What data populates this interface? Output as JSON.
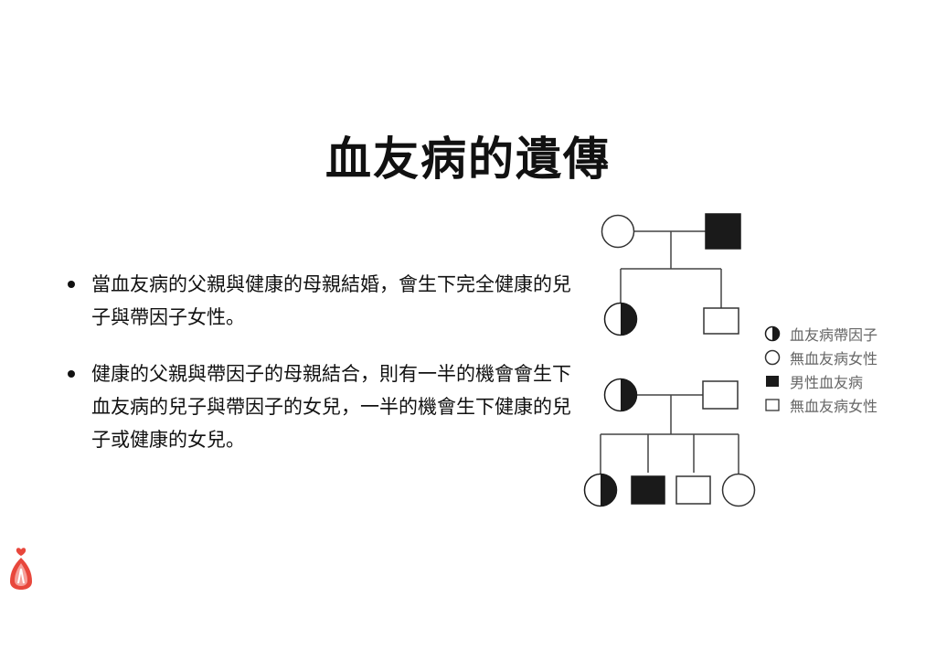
{
  "slide": {
    "title": "血友病的遺傳",
    "bullets": [
      "當血友病的父親與健康的母親結婚，會生下完全健康的兒子與帶因子女性。",
      "健康的父親與帶因子的母親結合，則有一半的機會會生下血友病的兒子與帶因子的女兒，一半的機會生下健康的兒子或健康的女兒。"
    ]
  },
  "pedigree": {
    "generations": [
      [
        "unaffected-female",
        "affected-male"
      ],
      [
        "carrier-female",
        "unaffected-male"
      ],
      [
        "carrier-female",
        "unaffected-male"
      ],
      [
        "carrier-female",
        "affected-male",
        "unaffected-male",
        "unaffected-female"
      ]
    ]
  },
  "legend": {
    "items": [
      {
        "label": "血友病帶因子",
        "symbol": "half-filled-circle"
      },
      {
        "label": "無血友病女性",
        "symbol": "empty-circle"
      },
      {
        "label": "男性血友病",
        "symbol": "filled-square"
      },
      {
        "label": "無血友病女性",
        "symbol": "empty-square"
      }
    ]
  },
  "colors": {
    "symbol_fill": "#1a1a1a",
    "symbol_stroke": "#333333",
    "line": "#444444",
    "legend_text": "#666666",
    "logo_red": "#e8473c"
  }
}
